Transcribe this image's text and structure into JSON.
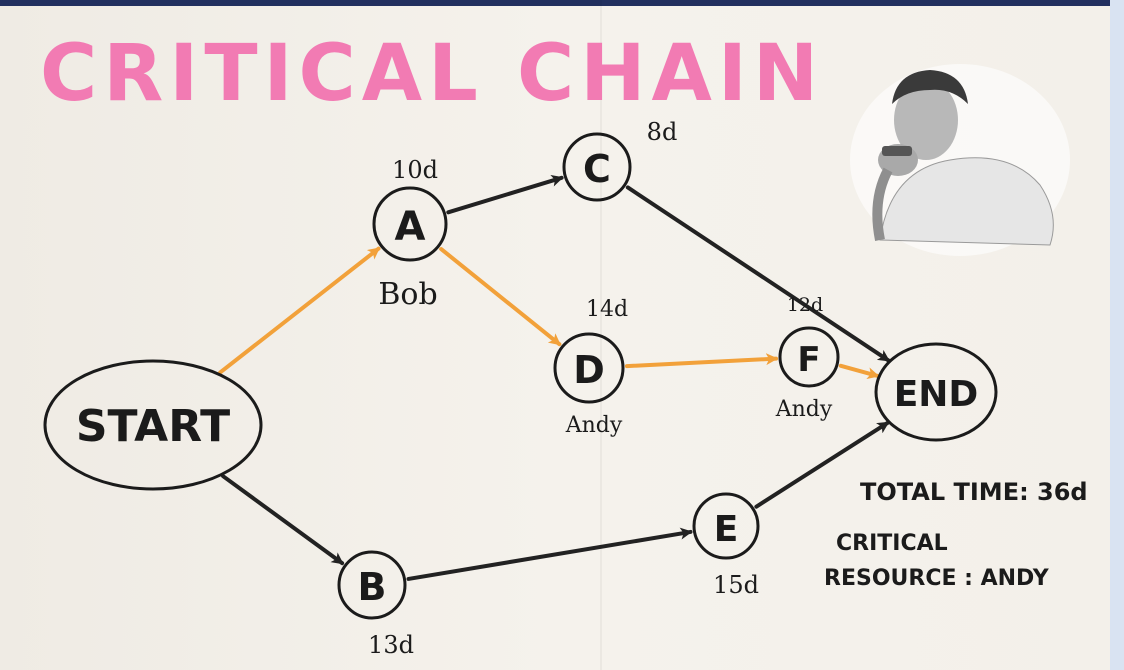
{
  "title": "CRITICAL CHAIN",
  "colors": {
    "title": "#f27bb3",
    "critical_arrow": "#f2a13a",
    "normal_arrow": "#222222",
    "ink": "#1b1b1b"
  },
  "nodes": {
    "start": {
      "label": "START"
    },
    "end": {
      "label": "END"
    },
    "a": {
      "label": "A",
      "duration": "10d",
      "resource": "Bob"
    },
    "b": {
      "label": "B",
      "duration": "13d"
    },
    "c": {
      "label": "C",
      "duration": "8d"
    },
    "d": {
      "label": "D",
      "duration": "14d",
      "resource": "Andy"
    },
    "e": {
      "label": "E",
      "duration": "15d"
    },
    "f": {
      "label": "F",
      "duration": "12d",
      "resource": "Andy"
    }
  },
  "edges": [
    {
      "from": "start",
      "to": "a",
      "style": "critical"
    },
    {
      "from": "start",
      "to": "b",
      "style": "normal"
    },
    {
      "from": "a",
      "to": "c",
      "style": "normal"
    },
    {
      "from": "a",
      "to": "d",
      "style": "critical"
    },
    {
      "from": "d",
      "to": "f",
      "style": "critical"
    },
    {
      "from": "f",
      "to": "end",
      "style": "critical"
    },
    {
      "from": "c",
      "to": "end",
      "style": "normal"
    },
    {
      "from": "b",
      "to": "e",
      "style": "normal"
    },
    {
      "from": "e",
      "to": "end",
      "style": "normal"
    }
  ],
  "summary": {
    "total_time": "TOTAL TIME: 36d",
    "critical_line1": "CRITICAL",
    "critical_line2": "RESOURCE : ANDY"
  },
  "photo": {
    "icon": "person-photo-icon"
  }
}
